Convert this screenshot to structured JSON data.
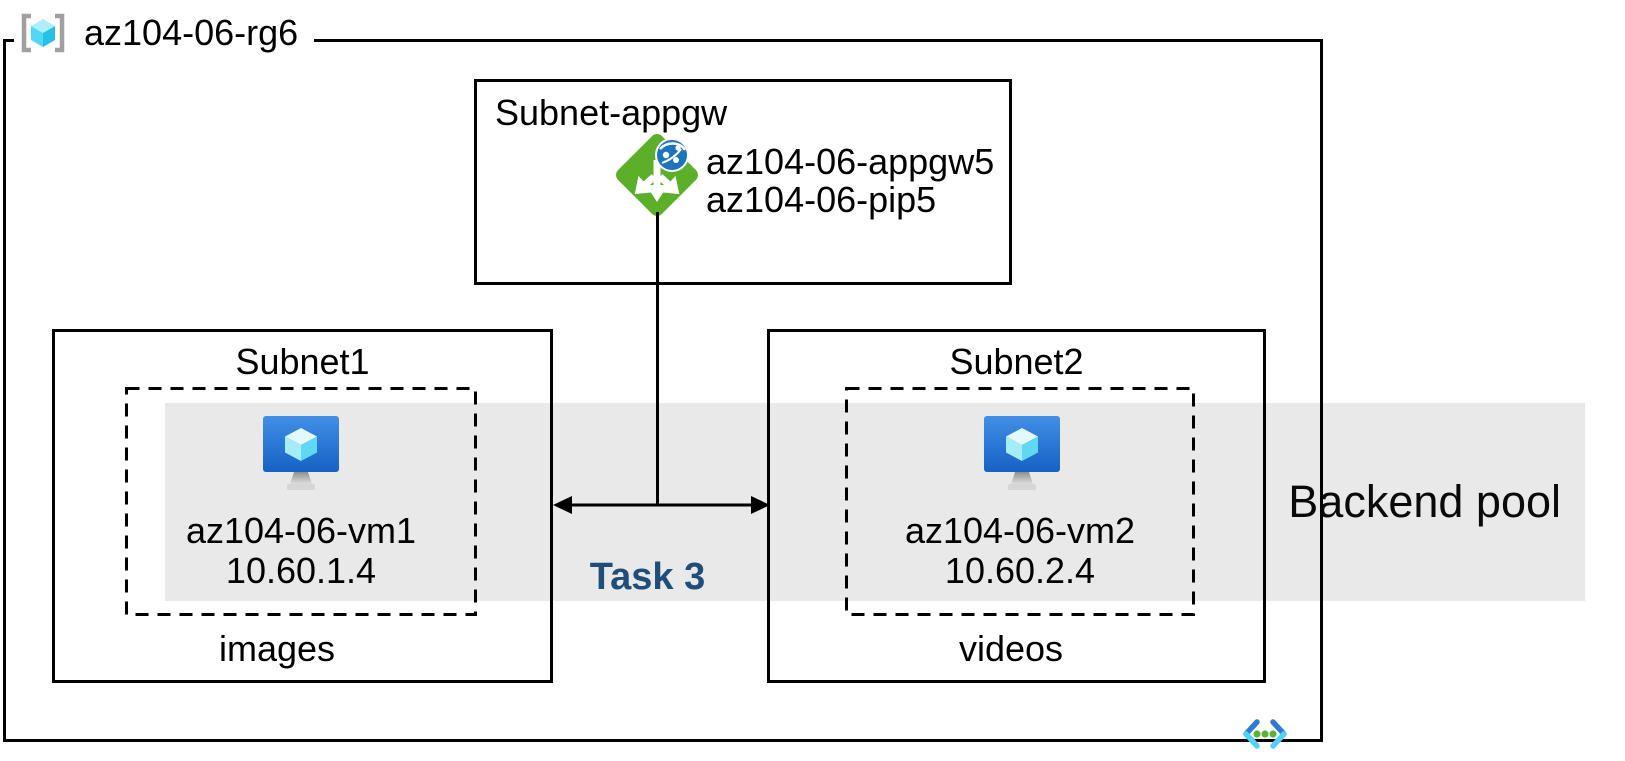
{
  "resource_group": {
    "name": "az104-06-rg6"
  },
  "appgw_subnet": {
    "name": "Subnet-appgw",
    "appgw_name": "az104-06-appgw5",
    "pip_name": "az104-06-pip5"
  },
  "subnet1": {
    "name": "Subnet1",
    "vm_name": "az104-06-vm1",
    "vm_ip": "10.60.1.4",
    "storage_label": "images"
  },
  "subnet2": {
    "name": "Subnet2",
    "vm_name": "az104-06-vm2",
    "vm_ip": "10.60.2.4",
    "storage_label": "videos"
  },
  "backend_pool_label": "Backend pool",
  "task_label": "Task 3",
  "icons": {
    "resource_group": "resource-group-icon",
    "application_gateway": "application-gateway-icon",
    "virtual_machine": "virtual-machine-icon",
    "virtual_network": "virtual-network-icon"
  },
  "colors": {
    "backend_band": "#e9e9e9",
    "task_text": "#1f4e79",
    "appgw_green": "#5cb029",
    "globe_blue": "#1e73be",
    "vm_screen_top": "#418fe6",
    "vm_screen_bottom": "#1661c4",
    "cube_cyan": "#5fd8f3",
    "vnet_dark_blue": "#2e7cd6",
    "vnet_light_blue": "#53d1f5",
    "vnet_dot_green": "#5ab431",
    "border_black": "#000000"
  }
}
